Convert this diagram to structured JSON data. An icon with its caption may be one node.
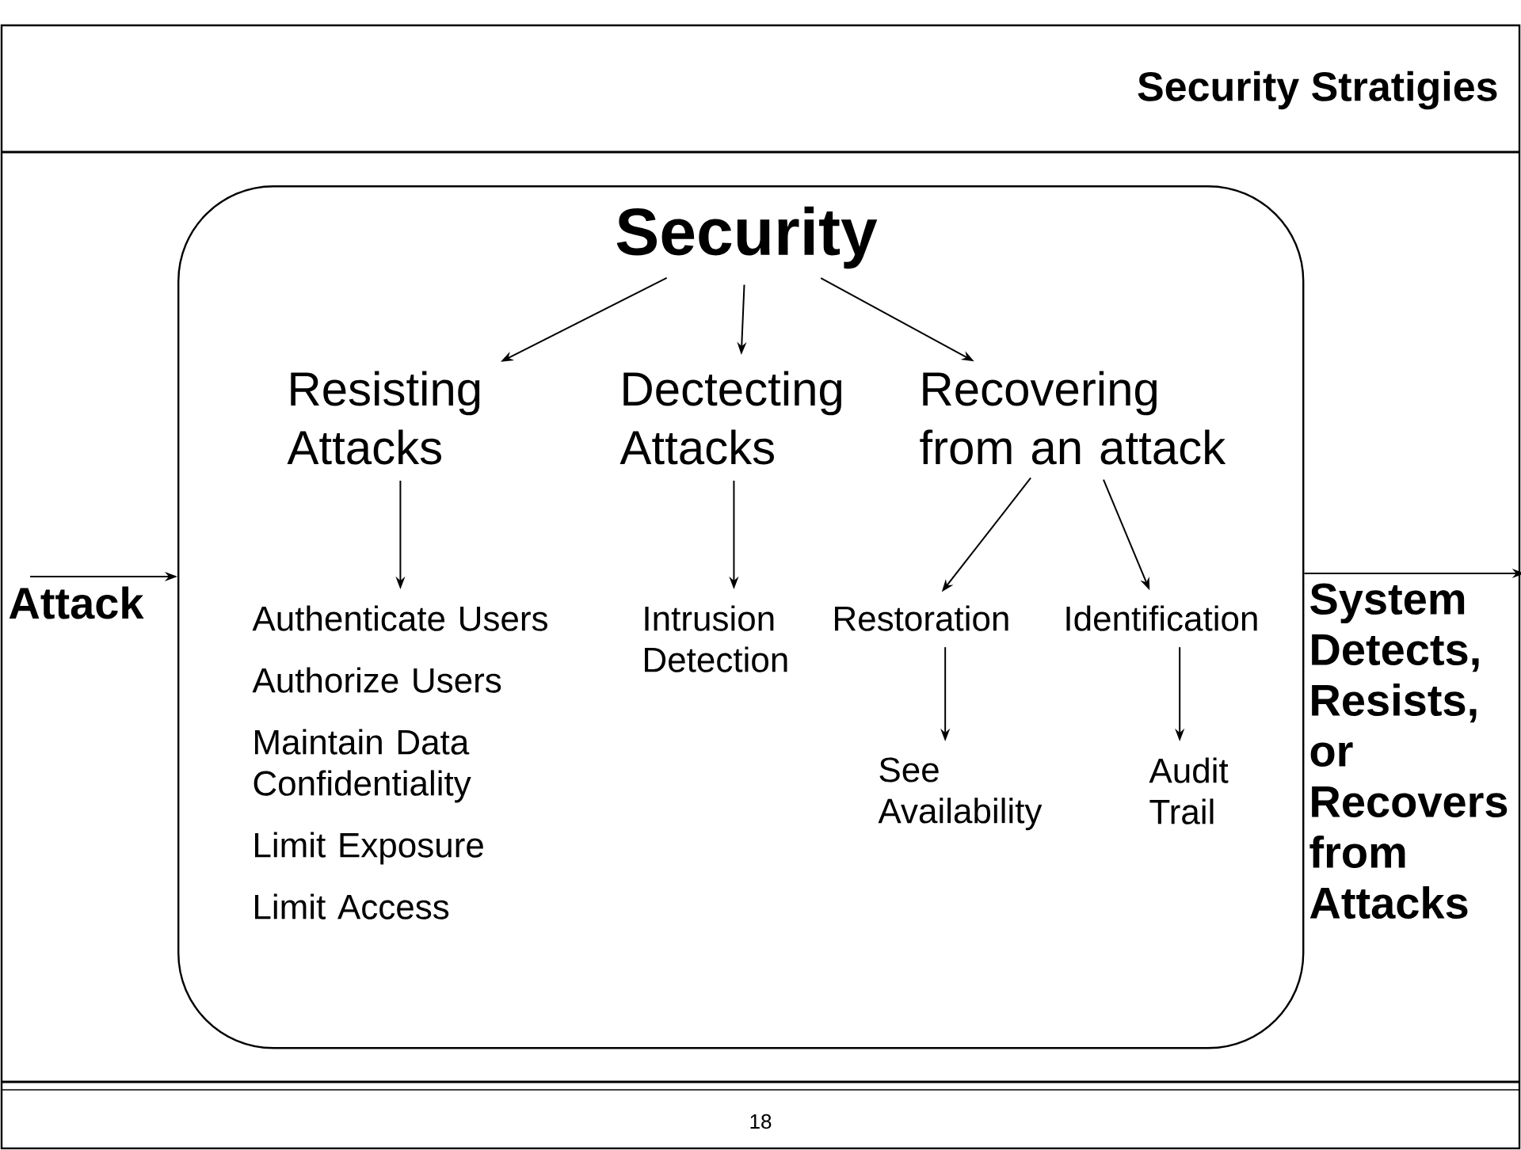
{
  "diagram": {
    "title": "Security Stratigies",
    "nodes": [
      {
        "text": [],
        "shape": "box"
      },
      {
        "text": [
          "Security"
        ],
        "in": 0
      },
      {
        "text": [
          "Resisting Attacks"
        ],
        "in": 0
      },
      {
        "text": [
          "Dectecting Attacks"
        ],
        "in": 0
      },
      {
        "text": [
          "Recovering from an attack"
        ],
        "in": 0
      },
      {
        "text": [
          "Authenticate Users",
          "Authorize Users",
          "Maintain Data Confidentiality",
          "Limit Exposure",
          "Limit Access"
        ],
        "in": 0
      },
      {
        "text": [
          "Intrusion Detection"
        ],
        "in": 0
      },
      {
        "text": [
          "Restoration"
        ],
        "in": 0
      },
      {
        "text": [
          "Identification"
        ],
        "in": 0
      },
      {
        "text": [
          "See Availability"
        ],
        "in": 0
      },
      {
        "text": [
          "Audit Trail"
        ],
        "in": 0
      },
      {
        "text": [
          "Attack"
        ]
      },
      {
        "text": [
          "System Detects, Resists, or Recovers from Attacks"
        ]
      }
    ],
    "edges": [
      {
        "from": 1,
        "to": 2,
        "arrow": "to"
      },
      {
        "from": 1,
        "to": 3,
        "arrow": "to"
      },
      {
        "from": 1,
        "to": 4,
        "arrow": "to"
      },
      {
        "from": 2,
        "to": 5,
        "arrow": "to"
      },
      {
        "from": 3,
        "to": 6,
        "arrow": "to"
      },
      {
        "from": 4,
        "to": 7,
        "arrow": "to"
      },
      {
        "from": 4,
        "to": 8,
        "arrow": "to"
      },
      {
        "from": 7,
        "to": 9,
        "arrow": "to"
      },
      {
        "from": 8,
        "to": 10,
        "arrow": "to"
      },
      {
        "from": 11,
        "to": 0,
        "arrow": "to"
      },
      {
        "from": 0,
        "to": 12,
        "arrow": "to"
      }
    ],
    "labels": [
      "18"
    ]
  }
}
